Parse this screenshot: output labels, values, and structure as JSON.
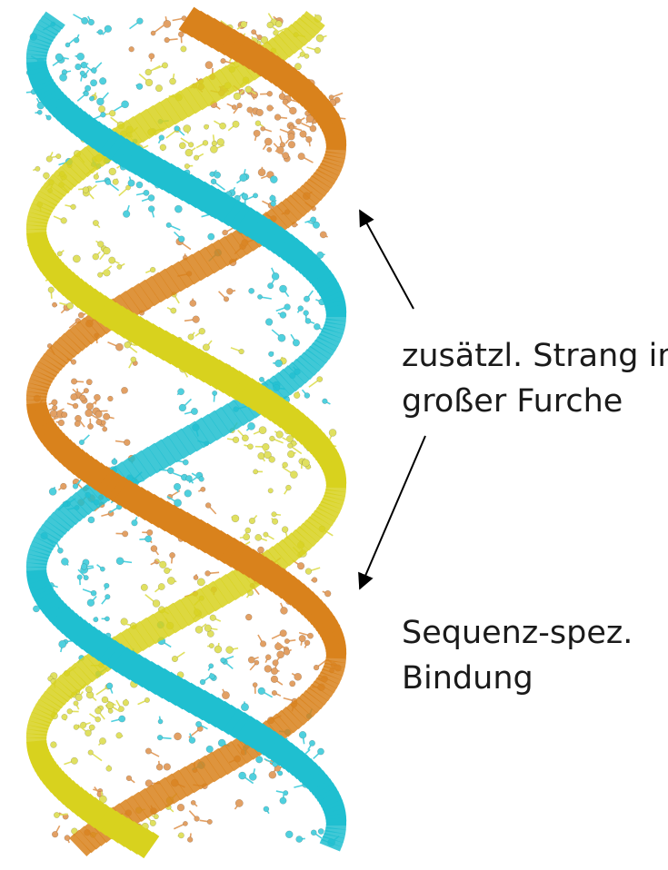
{
  "labels": {
    "triplex_strand": {
      "line1": "zusätzl. Strang in",
      "line2": "großer Furche"
    },
    "sequence_binding": {
      "line1": "Sequenz-spez.",
      "line2": "Bindung"
    }
  },
  "colors": {
    "strand_orange": "#d9821c",
    "strand_yellow": "#d8d21e",
    "strand_cyan": "#1fbfd0",
    "atoms_orange": "#e2a064",
    "atoms_yellow": "#e0e060",
    "atoms_cyan": "#4fd0de",
    "arrow": "#000000"
  },
  "icons": {
    "arrow_up": "arrow-up-right-icon",
    "arrow_down": "arrow-down-left-icon"
  }
}
